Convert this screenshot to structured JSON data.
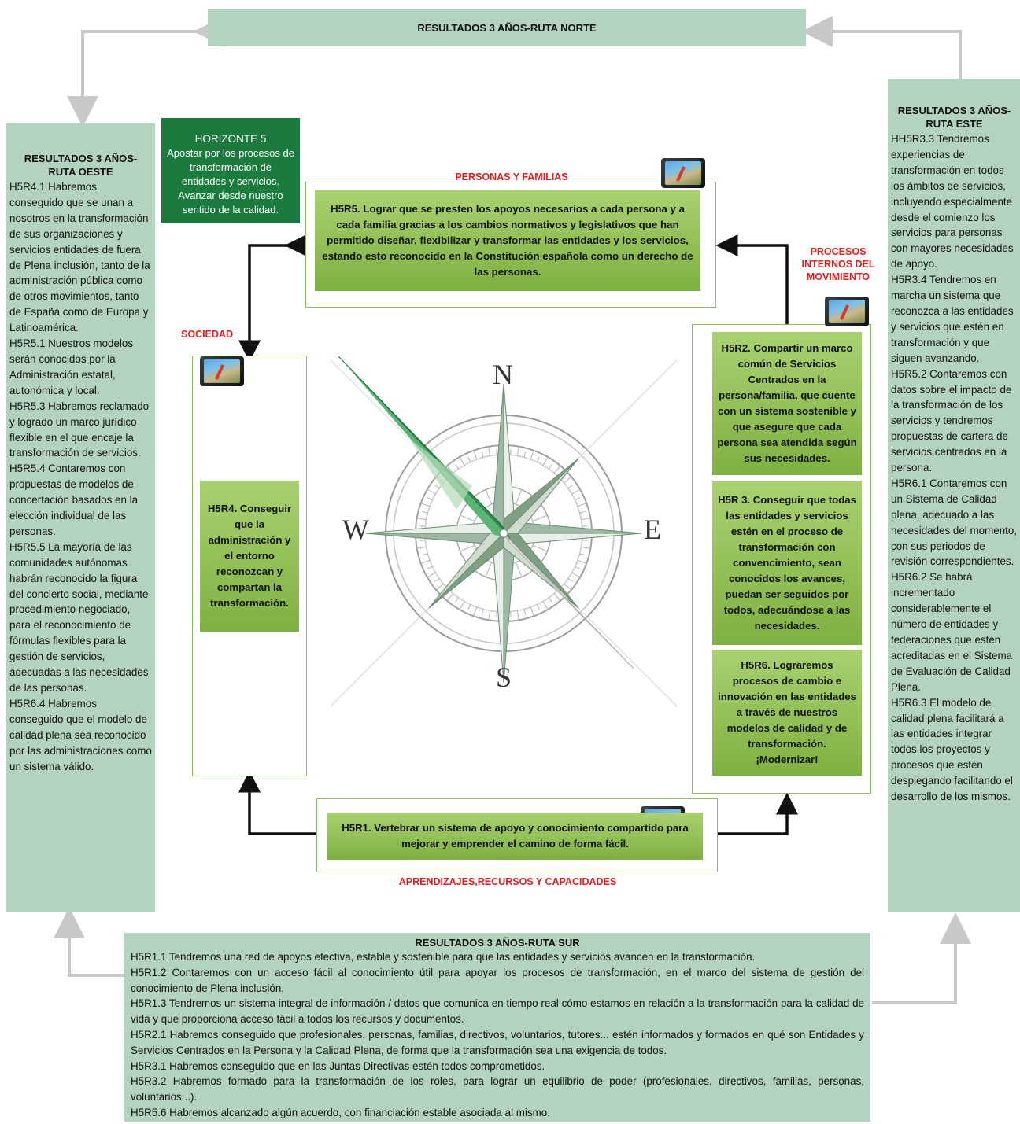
{
  "north": {
    "title": "RESULTADOS 3 AÑOS-RUTA NORTE"
  },
  "west": {
    "title": "RESULTADOS 3 AÑOS-RUTA OESTE",
    "body": "H5R4.1 Habremos conseguido que se unan a nosotros en la transformación de sus organizaciones y servicios entidades de fuera de Plena inclusión, tanto de la administración pública como de otros movimientos, tanto de España como de Europa y Latinoamérica.\nH5R5.1 Nuestros modelos serán conocidos por la Administración estatal, autonómica y local.\nH5R5.3 Habremos reclamado y logrado un marco jurídico flexible en el que encaje la transformación de servicios.\nH5R5.4 Contaremos con propuestas de modelos de concertación basados en la elección individual de las personas.\nH5R5.5 La mayoría de las comunidades autónomas habrán reconocido la figura del concierto social, mediante procedimiento negociado, para el reconocimiento de fórmulas flexibles para la gestión de servicios, adecuadas a las necesidades de las personas.\nH5R6.4 Habremos conseguido que el modelo de calidad plena sea reconocido por las administraciones como un sistema válido."
  },
  "east": {
    "title": "RESULTADOS 3 AÑOS-RUTA ESTE",
    "body": "HH5R3.3 Tendremos experiencias de transformación en todos los ámbitos de servicios, incluyendo especialmente desde el comienzo los servicios para personas con mayores necesidades de apoyo.\nH5R3.4 Tendremos en marcha un sistema que reconozca a las entidades y servicios que estén en transformación y que siguen avanzando.\nH5R5.2 Contaremos con datos sobre el impacto de la transformación de los servicios y tendremos propuestas de cartera de servicios centrados en la persona.\nH5R6.1 Contaremos con un Sistema de Calidad plena, adecuado a las necesidades del momento, con sus periodos de revisión correspondientes.\nH5R6.2 Se habrá incrementado considerablemente el número de entidades y federaciones que estén acreditadas en el Sistema de Evaluación de Calidad Plena.\nH5R6.3 El modelo de calidad plena facilitará a las entidades integrar todos los proyectos y procesos que estén desplegando facilitando el desarrollo de los mismos."
  },
  "south": {
    "title": "RESULTADOS 3 AÑOS-RUTA SUR",
    "body": "H5R1.1 Tendremos una red de apoyos efectiva, estable y sostenible para que las entidades y servicios avancen en la transformación.\nH5R1.2 Contaremos con un acceso fácil al conocimiento útil para apoyar los procesos de transformación, en el marco del sistema de gestión del conocimiento de Plena inclusión.\nH5R1.3 Tendremos un sistema integral de información / datos que comunica en tiempo real cómo estamos en relación a la transformación para la calidad de vida y que proporciona acceso fácil a todos los recursos y documentos.\nH5R2.1 Habremos conseguido que profesionales, personas, familias, directivos, voluntarios, tutores... estén informados y formados en qué son Entidades y Servicios Centrados en la Persona y la Calidad Plena, de forma que la transformación sea una exigencia de todos.\nH5R3.1 Habremos conseguido que en las Juntas Directivas estén todos comprometidos.\nH5R3.2 Habremos formado para la transformación de los roles, para lograr un equilibrio de poder (profesionales, directivos, familias, personas, voluntarios...).\nH5R5.6 Habremos alcanzado algún acuerdo, con financiación estable asociada al mismo."
  },
  "horizonte": {
    "title": "HORIZONTE 5",
    "text": "Apostar por los procesos de transformación de entidades y servicios. Avanzar desde nuestro sentido de la calidad."
  },
  "labels": {
    "personas": "PERSONAS Y FAMILIAS",
    "procesos": "PROCESOS\nINTERNOS DEL\nMOVIMIENTO",
    "sociedad": "SOCIEDAD",
    "aprendizajes": "APRENDIZAJES,RECURSOS Y CAPACIDADES"
  },
  "goals": {
    "h5r5": "H5R5. Lograr  que se presten los apoyos necesarios a cada persona y a cada familia gracias a los cambios normativos y legislativos que han permitido diseñar, flexibilizar y transformar las entidades y los servicios, estando esto reconocido en la Constitución española como un derecho de las personas.",
    "h5r2": "H5R2. Compartir un marco común de Servicios Centrados en la persona/familia, que cuente con un sistema sostenible y que asegure que cada persona sea atendida según sus necesidades.",
    "h5r3": "H5R 3. Conseguir que todas las entidades y servicios estén en el proceso de transformación con convencimiento, sean conocidos los avances, puedan ser seguidos por todos, adecuándose a las necesidades.",
    "h5r6": "H5R6. Lograremos procesos de cambio e innovación en las entidades a través de nuestros modelos de calidad y de transformación. ¡Modernizar!",
    "h5r4": "H5R4. Conseguir que la administración y el entorno reconozcan y compartan la transformación.",
    "h5r1": "H5R1. Vertebrar un sistema de apoyo y conocimiento compartido para mejorar y emprender el camino de forma fácil."
  },
  "compass": {
    "n": "N",
    "s": "S",
    "e": "E",
    "w": "W"
  },
  "colors": {
    "sage": "#b4d3bf",
    "darkgreen": "#1b7a3d",
    "lime": "#8dbf4f",
    "red": "#e02020",
    "arrow_gray": "#c8c8c8"
  }
}
